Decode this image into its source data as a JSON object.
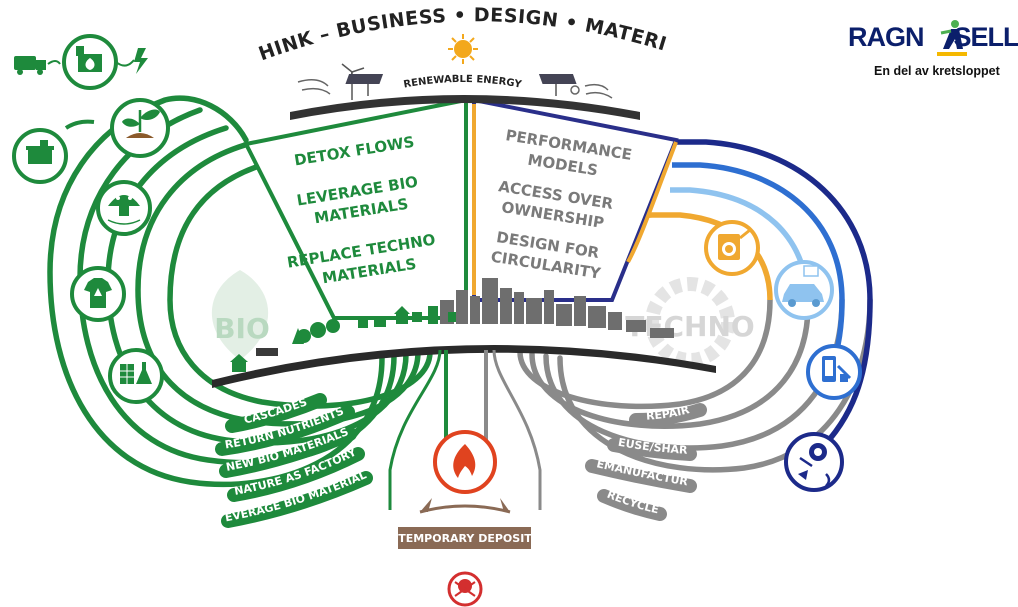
{
  "header": {
    "arc_title": "RETHINK – BUSINESS • DESIGN • MATERIALS",
    "renewable_label": "RENEWABLE ENERGY"
  },
  "brand": {
    "name_left": "RAGN",
    "name_right": "SELLS",
    "tagline": "En del av kretsloppet",
    "accent_color": "#f5b800",
    "name_color": "#0b1f6b"
  },
  "bio": {
    "label": "BIO",
    "color": "#1e8a3c",
    "principles": [
      "DETOX FLOWS",
      "LEVERAGE BIO MATERIALS",
      "REPLACE TECHNO MATERIALS"
    ],
    "loops": [
      "CASCADES",
      "RETURN NUTRIENTS",
      "NEW BIO MATERIALS",
      "NATURE AS FACTORY",
      "LEVERAGE BIO MATERIALS"
    ],
    "icons": [
      "truck-icon",
      "biogas-plant-icon",
      "lightning-icon",
      "seedling-icon",
      "compost-bin-icon",
      "mushroom-icon",
      "tshirt-icon",
      "lab-flask-icon"
    ]
  },
  "techno": {
    "label": "TECHNO",
    "color": "#7a7a7a",
    "principles": [
      "PERFORMANCE MODELS",
      "ACCESS OVER OWNERSHIP",
      "DESIGN FOR CIRCULARITY"
    ],
    "loops": [
      "REPAIR",
      "REUSE/SHARE",
      "REMANUFACTURE",
      "RECYCLE"
    ],
    "icons": [
      "washing-machine-icon",
      "shared-car-icon",
      "phone-repair-icon",
      "recycle-parts-icon"
    ],
    "loop_colors": [
      "#f0a830",
      "#8fc3ef",
      "#2e6fd1",
      "#1c2a8a"
    ]
  },
  "bottom": {
    "deposit_label": "TEMPORARY DEPOSIT",
    "incineration_icon": "flame-icon",
    "hazard_icon": "skull-icon"
  }
}
